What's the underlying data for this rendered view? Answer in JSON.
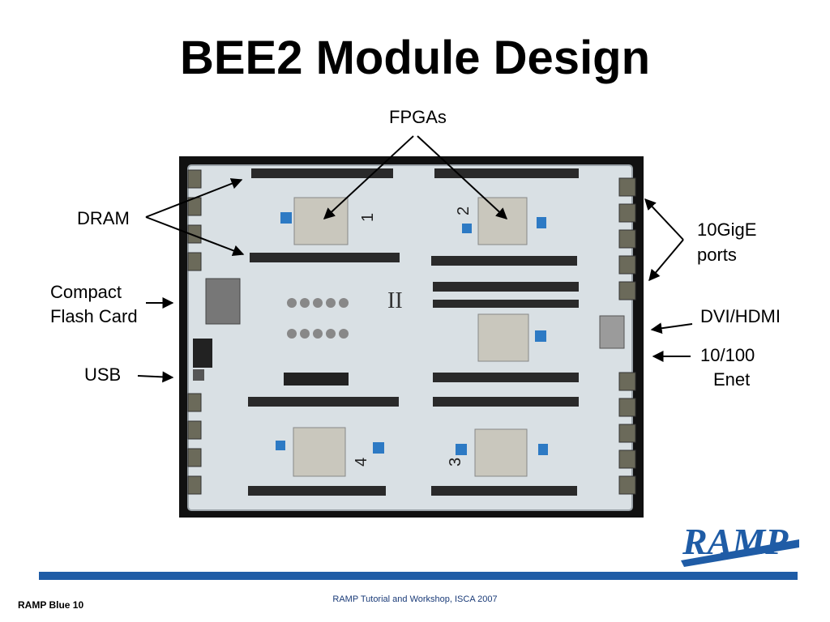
{
  "slide": {
    "title": "BEE2 Module Design",
    "footer_left": "RAMP Blue 10",
    "footer_center": "RAMP Tutorial and Workshop, ISCA 2007",
    "logo_text": "RAMP",
    "accent_color": "#1f5ca6"
  },
  "labels": {
    "fpgas": "FPGAs",
    "dram": "DRAM",
    "compact_line1": "Compact",
    "compact_line2": "Flash Card",
    "usb": "USB",
    "gige_line1": "10GigE",
    "gige_line2": "ports",
    "dvi": "DVI/HDMI",
    "enet_line1": "10/100",
    "enet_line2": "Enet"
  },
  "board": {
    "fpga_numbers": [
      "1",
      "2",
      "3",
      "4"
    ],
    "center_symbol": "II"
  }
}
